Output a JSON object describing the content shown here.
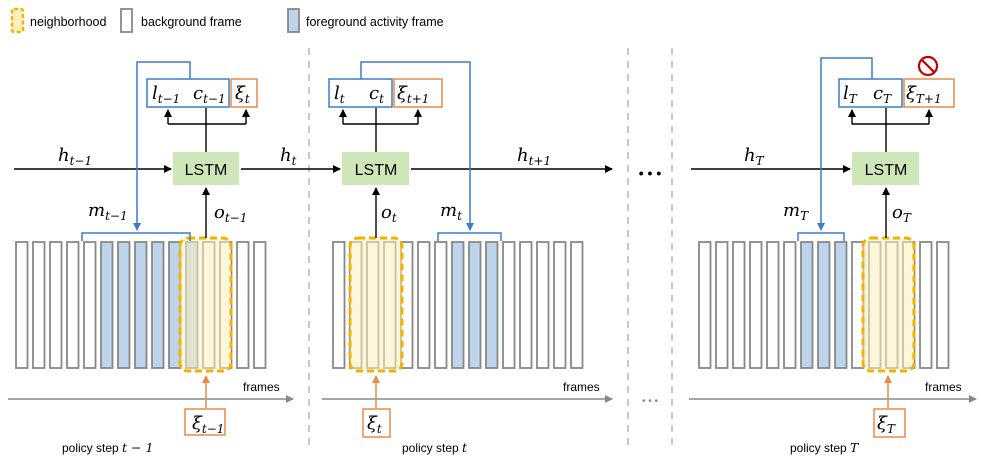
{
  "legend": {
    "neighborhood": "neighborhood",
    "background_frame": "background frame",
    "foreground_frame": "foreground activity frame"
  },
  "colors": {
    "lstm_fill": "#cfe6b8",
    "foreground_fill": "#bdd4ea",
    "neighborhood_fill": "#fbefbd",
    "neighborhood_stroke": "#f2b300",
    "xi_stroke": "#e98a4a",
    "state_stroke": "#3d7cc9",
    "frame_stroke": "#888888",
    "stop_sign": "#c00000"
  },
  "icons": {
    "stop": "prohibited-sign-icon",
    "ellipsis": "ellipsis-icon"
  },
  "panels": [
    {
      "lstm": "LSTM",
      "state_l": {
        "base": "l",
        "sub": "t−1"
      },
      "state_c": {
        "base": "c",
        "sub": "t−1"
      },
      "xi_top": {
        "base": "ξ",
        "sub": "t"
      },
      "h_in": {
        "base": "h",
        "sub": "t−1"
      },
      "h_out": {
        "base": "h",
        "sub": "t"
      },
      "o": {
        "base": "o",
        "sub": "t−1"
      },
      "m": {
        "base": "m",
        "sub": "t−1"
      },
      "xi_bottom": {
        "base": "ξ",
        "sub": "t−1"
      },
      "step_prefix": "policy step",
      "step_var": "t − 1",
      "frames_label": "frames"
    },
    {
      "lstm": "LSTM",
      "state_l": {
        "base": "l",
        "sub": "t"
      },
      "state_c": {
        "base": "c",
        "sub": "t"
      },
      "xi_top": {
        "base": "ξ",
        "sub": "t+1"
      },
      "h_out": {
        "base": "h",
        "sub": "t+1"
      },
      "o": {
        "base": "o",
        "sub": "t"
      },
      "m": {
        "base": "m",
        "sub": "t"
      },
      "xi_bottom": {
        "base": "ξ",
        "sub": "t"
      },
      "step_prefix": "policy step",
      "step_var": "t",
      "frames_label": "frames"
    },
    {
      "lstm": "LSTM",
      "state_l": {
        "base": "l",
        "sub": "T"
      },
      "state_c": {
        "base": "c",
        "sub": "T"
      },
      "xi_top": {
        "base": "ξ",
        "sub": "T+1"
      },
      "h_in": {
        "base": "h",
        "sub": "T"
      },
      "o": {
        "base": "o",
        "sub": "T"
      },
      "m": {
        "base": "m",
        "sub": "T"
      },
      "xi_bottom": {
        "base": "ξ",
        "sub": "T"
      },
      "step_prefix": "policy step",
      "step_var": "T",
      "frames_label": "frames"
    }
  ],
  "ellipsis": "• • •",
  "ellipsis_small": "• • •"
}
